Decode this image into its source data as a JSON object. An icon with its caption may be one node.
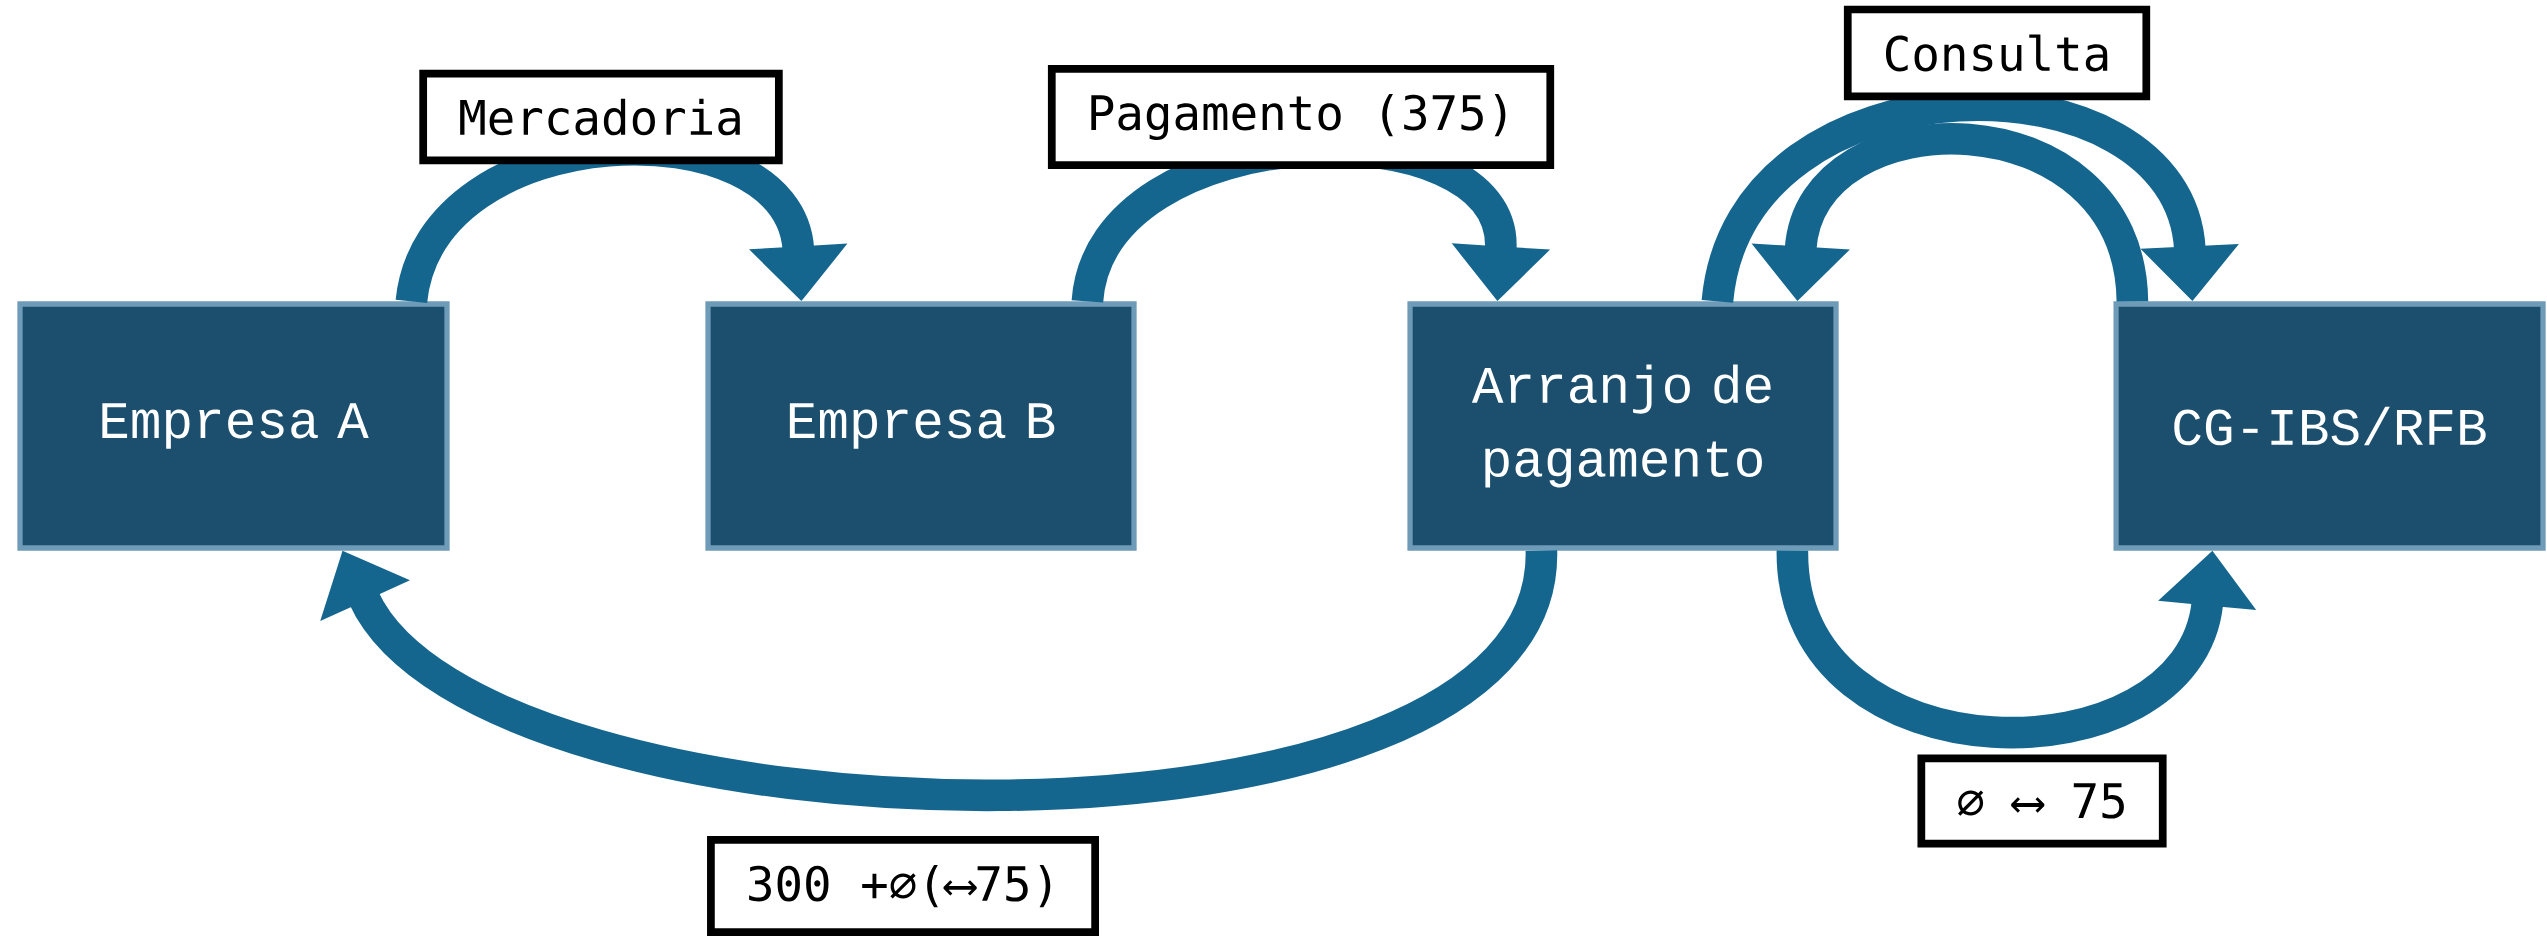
{
  "diagram": {
    "nodes": [
      {
        "text": [
          "Empresa A"
        ]
      },
      {
        "text": [
          "Empresa B"
        ]
      },
      {
        "text": [
          "Arranjo de pagamento"
        ]
      },
      {
        "text": [
          "CG-IBS/RFB"
        ]
      }
    ],
    "edges": [
      {
        "from": 0,
        "to": 1,
        "arrow": "to",
        "label": "Mercadoria"
      },
      {
        "from": 1,
        "to": 2,
        "arrow": "to",
        "label": "Pagamento (375)"
      },
      {
        "from": 2,
        "to": 3,
        "arrow": "to",
        "label": "Consulta"
      },
      {
        "from": 3,
        "to": 2,
        "arrow": "to"
      },
      {
        "from": 2,
        "to": 0,
        "arrow": "to",
        "label": "300 +∅(⟷75)"
      },
      {
        "from": 2,
        "to": 3,
        "arrow": "to",
        "label": "∅ ⟷ 75"
      }
    ]
  }
}
